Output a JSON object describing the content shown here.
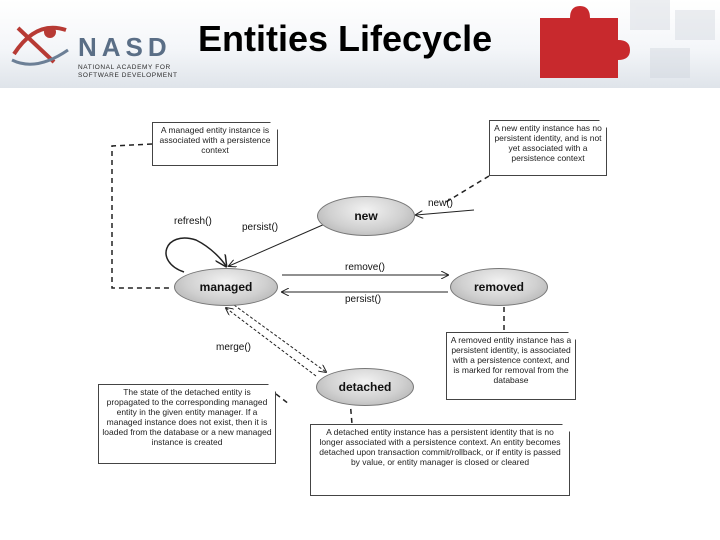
{
  "header": {
    "logo": {
      "name": "NASD",
      "subtitle": "NATIONAL ACADEMY FOR SOFTWARE DEVELOPMENT"
    },
    "title": "Entities Lifecycle"
  },
  "diagram": {
    "states": {
      "new": "new",
      "managed": "managed",
      "removed": "removed",
      "detached": "detached"
    },
    "transitions": {
      "new_call": "new()",
      "refresh": "refresh()",
      "persist_new": "persist()",
      "remove": "remove()",
      "persist_removed": "persist()",
      "merge": "merge()"
    },
    "notes": {
      "managed": "A managed entity instance is associated with a persistence context",
      "new": "A new entity instance has no persistent identity, and is not yet associated with a persistence context",
      "removed": "A removed entity instance has a persistent identity, is associated with a persistence context, and is marked for removal from the database",
      "merge": "The state of the detached entity is propagated to the corresponding managed entity in the given entity manager. If a managed instance does not exist, then it is loaded from the database or a new managed instance is created",
      "detached": "A detached entity instance has a persistent identity that is no longer associated with a persistence context. An entity becomes detached upon transaction commit/rollback, or if entity is passed by value, or entity manager is closed or cleared"
    }
  }
}
